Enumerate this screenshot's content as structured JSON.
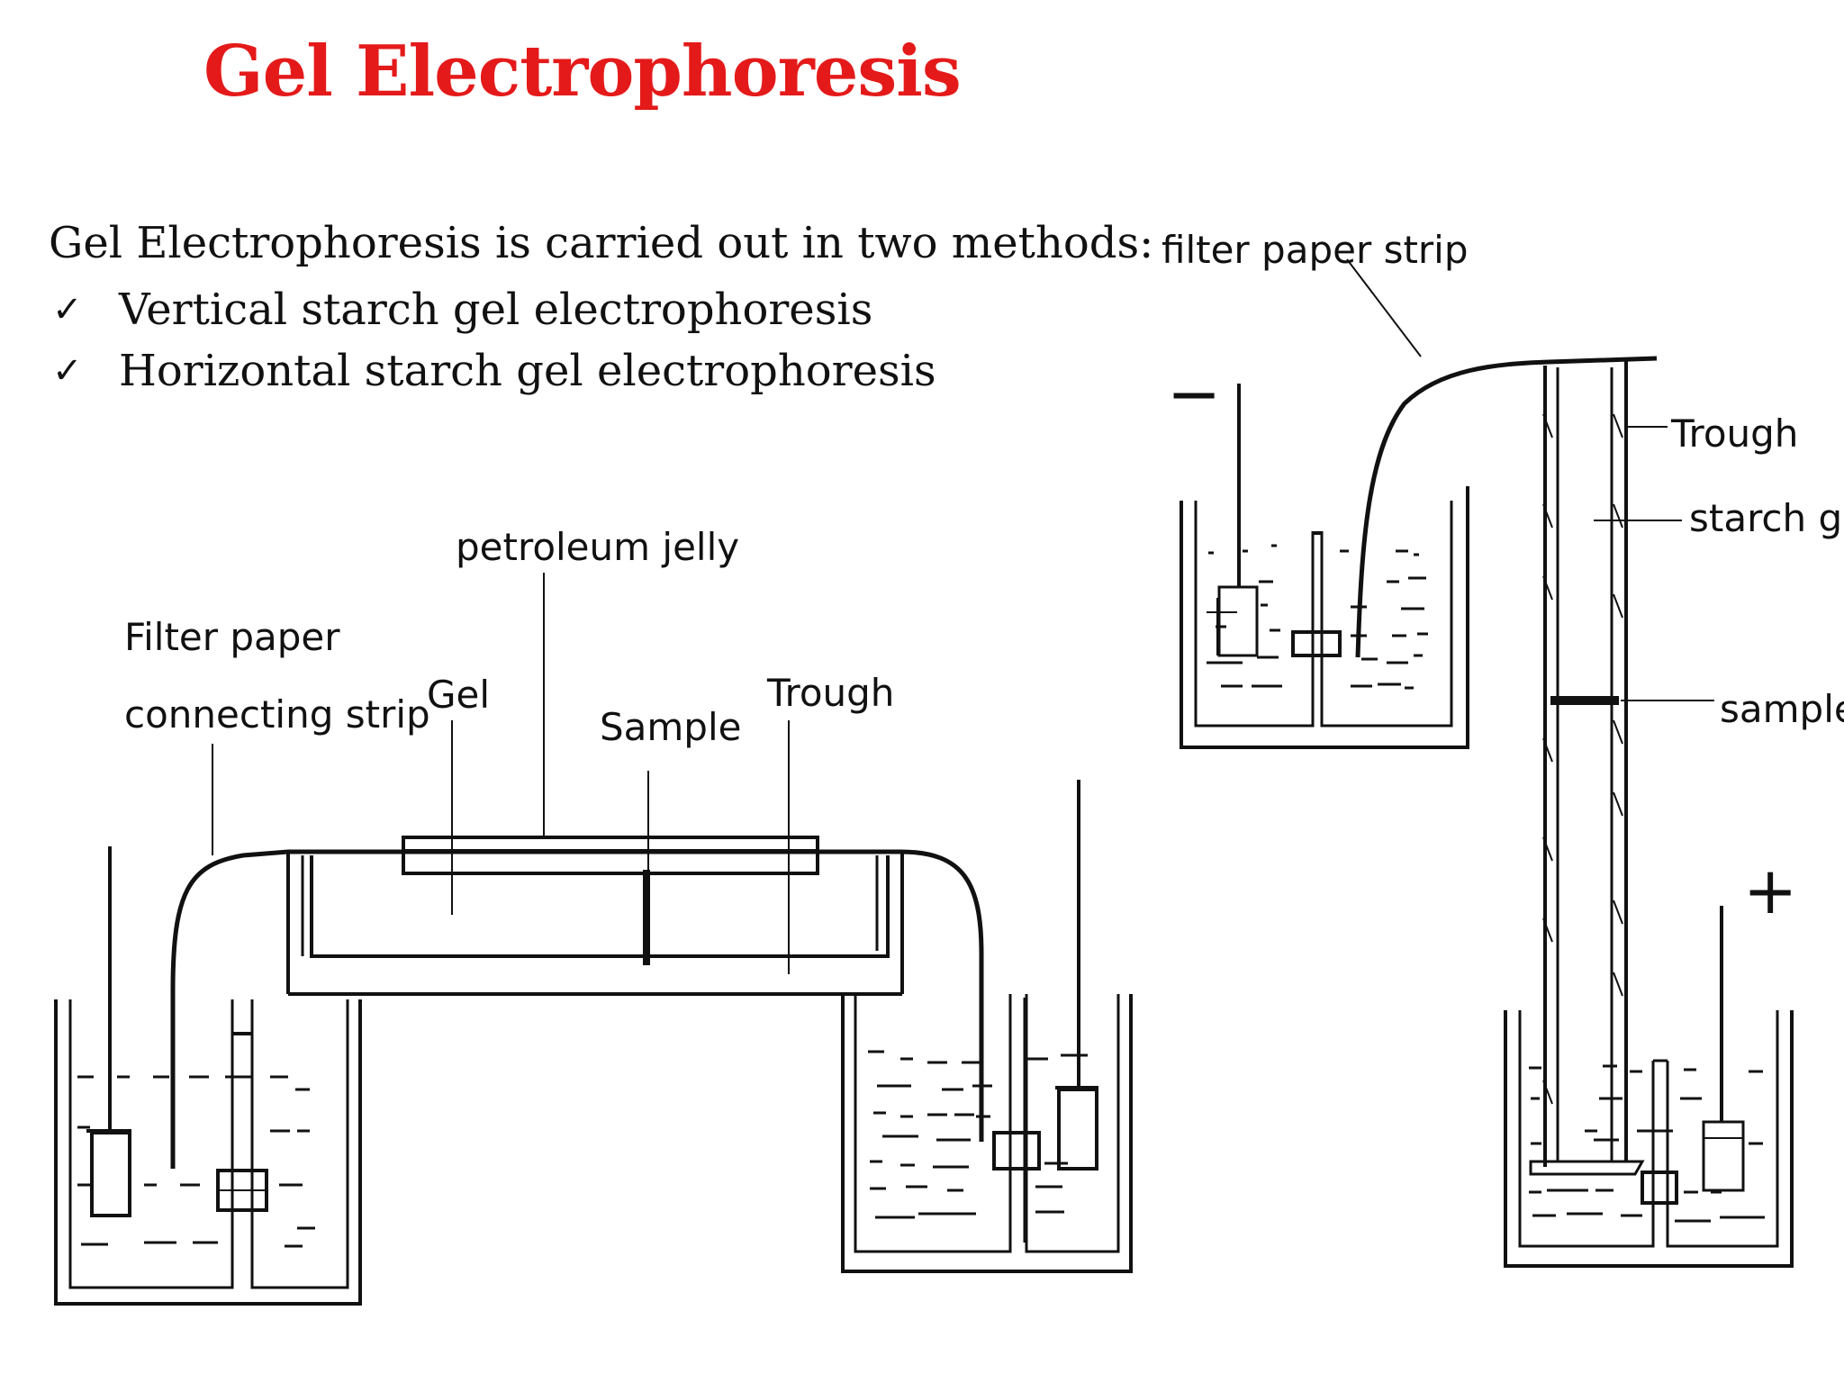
{
  "title": "Gel Electrophoresis",
  "intro": "Gel Electrophoresis is carried out in two methods:",
  "methods": [
    "Vertical starch gel electrophoresis",
    "Horizontal starch gel electrophoresis"
  ],
  "bullet_icon": "check-icon",
  "title_color": "#e41a1a",
  "horizontal_labels": {
    "filter_line1": "Filter paper",
    "filter_line2": "connecting strip",
    "jelly": "petroleum jelly",
    "gel": "Gel",
    "sample": "Sample",
    "trough": "Trough"
  },
  "vertical_labels": {
    "filter": "filter paper strip",
    "trough": "Trough",
    "starch_gel": "starch gel",
    "sample": "sample",
    "minus": "−",
    "plus": "+"
  }
}
